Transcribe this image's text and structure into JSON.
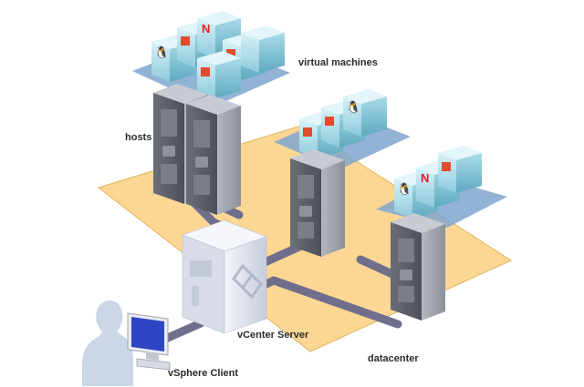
{
  "labels": {
    "virtual_machines": "virtual machines",
    "hosts": "hosts",
    "vcenter_server": "vCenter Server",
    "vsphere_client": "vSphere Client",
    "datacenter": "datacenter"
  },
  "colors": {
    "datacenter_floor": "#fcd794",
    "datacenter_edge": "#e2b35c",
    "network_cable": "#6f6f8c",
    "vm_platform": "#7fa6cf",
    "vm_cube": "#9fd6e4",
    "server_body": "#9ea1a8",
    "server_front": "#585c64",
    "vcenter_body": "#e6e9f2",
    "user_silhouette": "#c9d7e6",
    "monitor_screen": "#2f45c4"
  },
  "icons": [
    "linux-tux-icon",
    "windows-logo-icon",
    "novell-n-icon"
  ]
}
